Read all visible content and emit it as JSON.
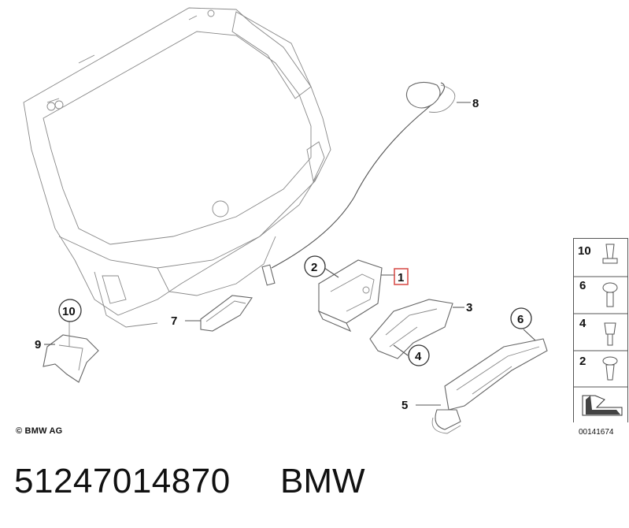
{
  "diagram": {
    "callouts": {
      "c1": "1",
      "c2": "2",
      "c3": "3",
      "c4": "4",
      "c5": "5",
      "c6": "6",
      "c7": "7",
      "c8": "8",
      "c9": "9",
      "c10": "10"
    },
    "legend": [
      "10",
      "6",
      "4",
      "2"
    ],
    "copyright": "© BMW AG",
    "diagram_code": "00141674"
  },
  "footer": {
    "part_number": "51247014870",
    "brand": "BMW"
  },
  "colors": {
    "highlight": "#d9534f",
    "line": "#555555"
  }
}
